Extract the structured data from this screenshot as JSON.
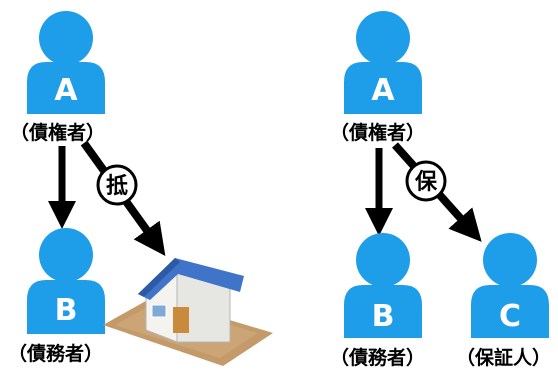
{
  "colors": {
    "person": "#1e9ee8",
    "person_letter": "#ffffff",
    "arrow": "#000000",
    "circle_fill": "#ffffff",
    "house_roof": "#3f74c8",
    "house_wall": "#f4f3ef",
    "house_door": "#c98a3c",
    "ground": "#c49a6a"
  },
  "left_diagram": {
    "creditor": {
      "letter": "A",
      "label": "（債権者）"
    },
    "debtor": {
      "letter": "B",
      "label": "（債務者）"
    },
    "collateral_marker": "抵",
    "collateral_icon": "house-icon"
  },
  "right_diagram": {
    "creditor": {
      "letter": "A",
      "label": "（債権者）"
    },
    "debtor": {
      "letter": "B",
      "label": "（債務者）"
    },
    "guarantor": {
      "letter": "C",
      "label": "（保証人）"
    },
    "guarantee_marker": "保"
  }
}
